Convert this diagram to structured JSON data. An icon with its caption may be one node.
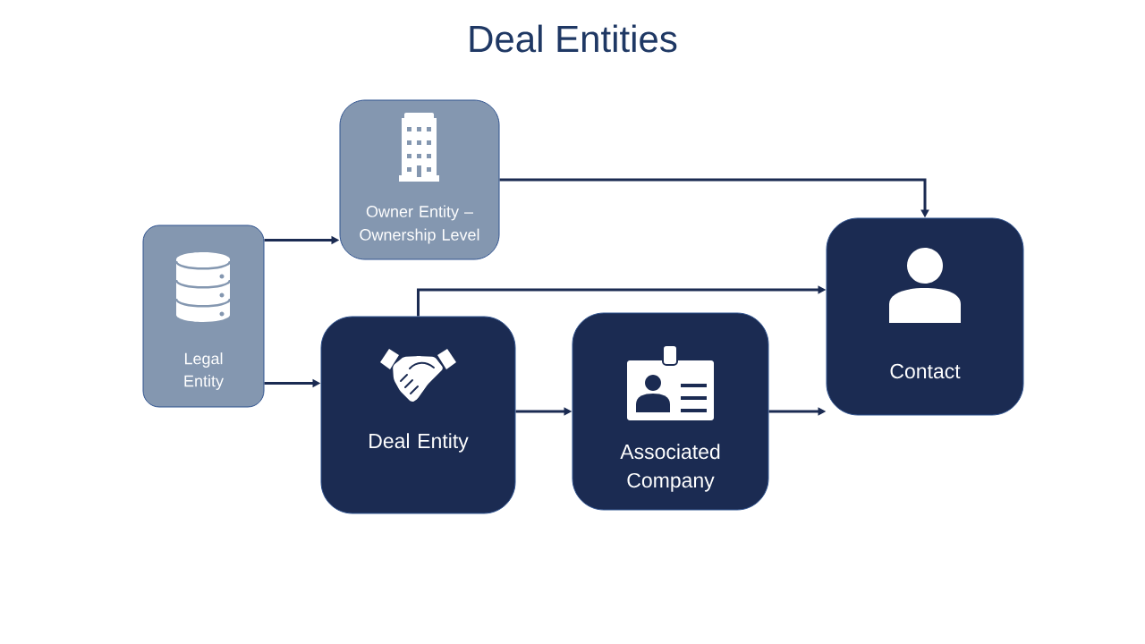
{
  "diagram": {
    "title": "Deal Entities",
    "nodes": [
      {
        "text": [
          "Legal Entity"
        ]
      },
      {
        "text": [
          "Owner Entity – Ownership Level"
        ]
      },
      {
        "text": [
          "Deal Entity"
        ]
      },
      {
        "text": [
          "Associated Company"
        ]
      },
      {
        "text": [
          "Contact"
        ]
      }
    ],
    "edges": [
      {
        "from": 0,
        "to": 1,
        "arrow": "to"
      },
      {
        "from": 0,
        "to": 2,
        "arrow": "to"
      },
      {
        "from": 1,
        "to": 4,
        "arrow": "to"
      },
      {
        "from": 2,
        "to": 4,
        "arrow": "to"
      },
      {
        "from": 2,
        "to": 3,
        "arrow": "to"
      },
      {
        "from": 3,
        "to": 4,
        "arrow": "to"
      }
    ]
  }
}
